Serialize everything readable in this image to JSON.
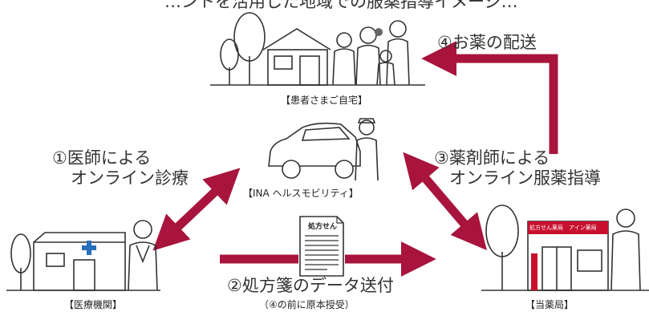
{
  "header_partial": "…ントを活用した地域での服薬指導イメージ…",
  "steps": {
    "s1_line1": "①医師による",
    "s1_line2": "オンライン診療",
    "s2": "②処方箋のデータ送付",
    "s2_note": "（④の前に原本授受）",
    "s3_line1": "③薬剤師による",
    "s3_line2": "オンライン服薬指導",
    "s4": "④お薬の配送"
  },
  "places": {
    "home": "【患者さまご自宅】",
    "mobility": "【INA ヘルスモビリティ】",
    "clinic": "【医療機関】",
    "pharmacy": "【当薬局】"
  },
  "prescription_title": "処方せん",
  "pharmacy_sign": "処方せん薬局　アイン薬局",
  "colors": {
    "arrow": "#a8143c",
    "line": "#333333"
  }
}
